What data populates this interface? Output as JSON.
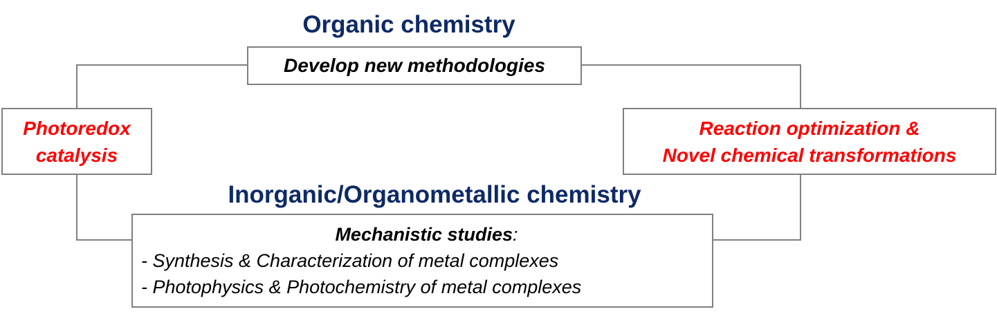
{
  "titles": {
    "organic": "Organic chemistry",
    "inorganic": "Inorganic/Organometallic chemistry"
  },
  "boxes": {
    "methodologies": "Develop new methodologies",
    "photoredox": [
      "Photoredox",
      "catalysis"
    ],
    "reaction": [
      "Reaction optimization &",
      "Novel chemical transformations"
    ],
    "mechanistic": {
      "heading": "Mechanistic studies",
      "colon": ":",
      "items": [
        "- Synthesis & Characterization of metal complexes",
        "- Photophysics & Photochemistry of metal complexes"
      ]
    }
  },
  "colors": {
    "title": "#0E2A66",
    "highlight": "#ff0000",
    "line": "#7f7f7f"
  }
}
